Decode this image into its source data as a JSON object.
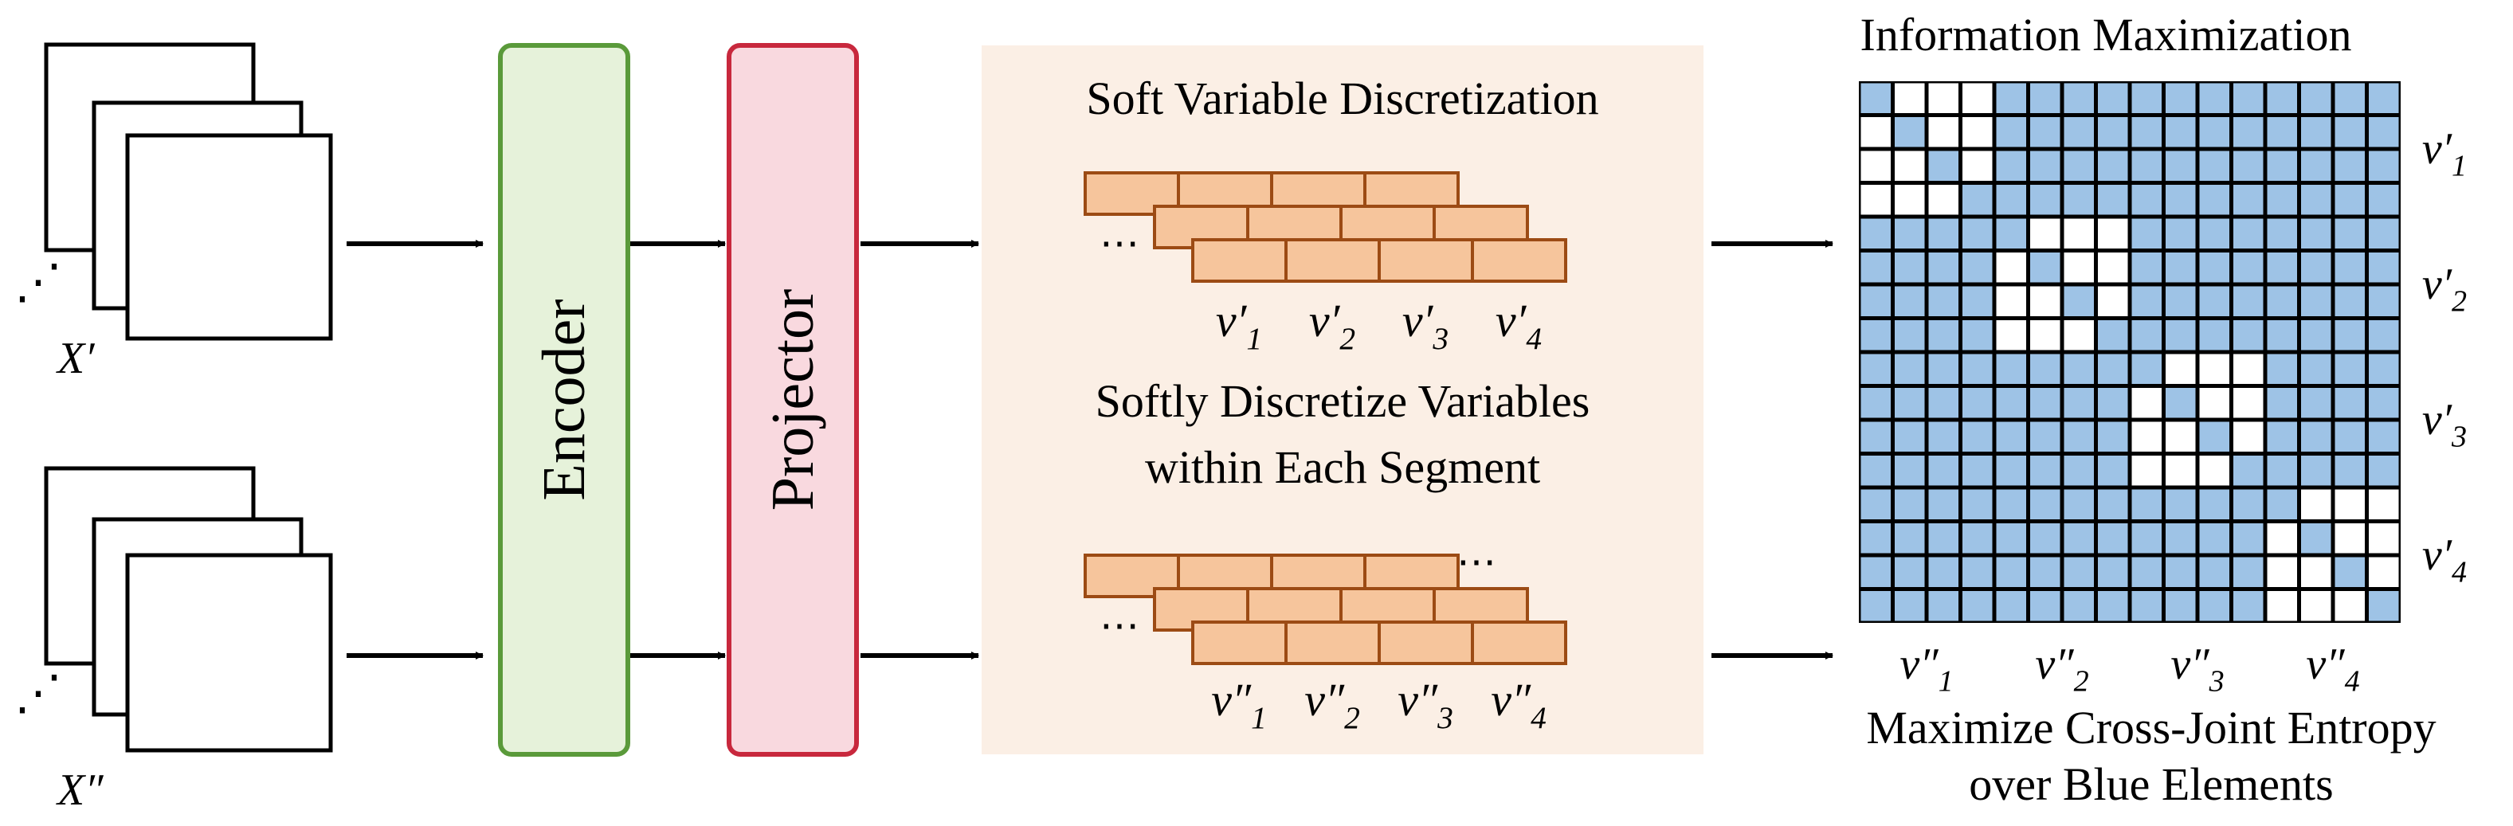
{
  "inputs": {
    "top_label": "X′",
    "bottom_label": "X″",
    "ellipsis": "⋰"
  },
  "encoder": {
    "label": "Encoder",
    "fill": "#e6f2da",
    "stroke": "#5a9a3a"
  },
  "projector": {
    "label": "Projector",
    "fill": "#f9d9df",
    "stroke": "#c8283d"
  },
  "discretization": {
    "panel_fill": "#fbefe5",
    "title": "Soft Variable Discretization",
    "subtitle_line1": "Softly Discretize Variables",
    "subtitle_line2": "within Each Segment",
    "brick_fill": "#f6c59c",
    "brick_stroke": "#9c4b14",
    "ellipsis": "⋯",
    "top_vars": [
      "v′1",
      "v′2",
      "v′3",
      "v′4"
    ],
    "bottom_vars": [
      "v″1",
      "v″2",
      "v″3",
      "v″4"
    ]
  },
  "info_max": {
    "title": "Information Maximization",
    "caption_line1": "Maximize Cross-Joint Entropy",
    "caption_line2": "over Blue Elements",
    "cell_blue": "#9ec3e6",
    "grid_size": 16,
    "segments": 4,
    "row_labels": [
      "v′1",
      "v′2",
      "v′3",
      "v′4"
    ],
    "col_labels": [
      "v″1",
      "v″2",
      "v″3",
      "v″4"
    ]
  }
}
